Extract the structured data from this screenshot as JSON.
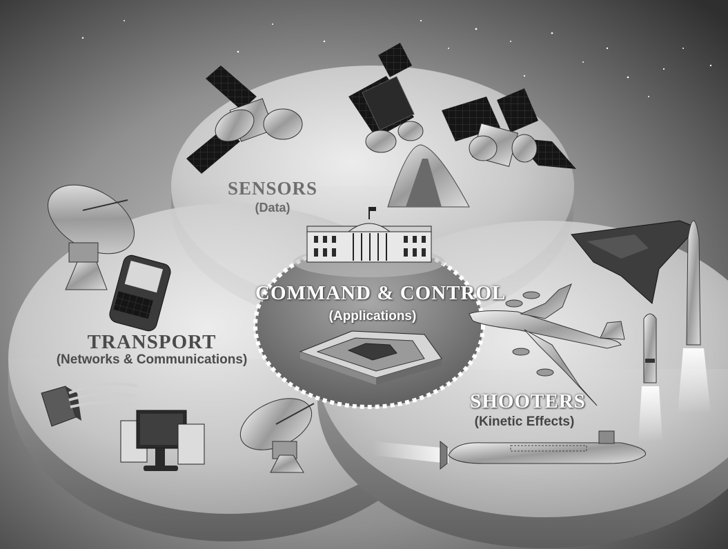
{
  "nodes": {
    "sensors": {
      "title": "SENSORS",
      "subtitle": "(Data)"
    },
    "transport": {
      "title": "TRANSPORT",
      "subtitle": "(Networks & Communications)"
    },
    "command": {
      "title": "COMMAND & CONTROL",
      "subtitle": "(Applications)"
    },
    "shooters": {
      "title": "SHOOTERS",
      "subtitle": "(Kinetic Effects)"
    }
  },
  "colors": {
    "background_dark": "#3a3a3a",
    "background_light": "#bdbdbd",
    "disc_light": "#e6e6e6",
    "disc_mid": "#b5b5b5",
    "dark_equipment": "#1c1c1c"
  },
  "icons": [
    "satellite-icon",
    "satellite-icon",
    "satellite-icon",
    "space-launch-vehicle-icon",
    "white-house-icon",
    "pentagon-icon",
    "satellite-dish-icon",
    "smartphone-icon",
    "fiber-optic-cable-icon",
    "computer-workstation-icon",
    "satellite-dish-icon",
    "stealth-bomber-icon",
    "bomber-aircraft-icon",
    "missile-icon",
    "missile-icon",
    "submarine-icon"
  ]
}
